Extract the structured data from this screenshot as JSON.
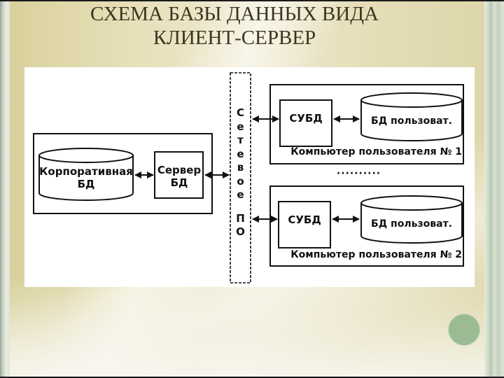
{
  "slide": {
    "title_lines": [
      "СХЕМА БАЗЫ ДАННЫХ ВИДА",
      "КЛИЕНТ-СЕРВЕР"
    ],
    "accent_circle_color": "#9bbb95",
    "background_color": "#e9e2c2"
  },
  "diagram": {
    "server_side": {
      "corporate_db": {
        "line1": "Корпоративная",
        "line2": "БД"
      },
      "db_server": {
        "line1": "Сервер",
        "line2": "БД"
      }
    },
    "network_software": {
      "letters": [
        "С",
        "е",
        "т",
        "е",
        "в",
        "о",
        "е",
        "П",
        "О"
      ],
      "label": "Сетевое ПО"
    },
    "clients": [
      {
        "dbms": "СУБД",
        "user_db": "БД пользоват.",
        "caption": "Компьютер пользователя № 1"
      },
      {
        "dbms": "СУБД",
        "user_db": "БД пользоват.",
        "caption": "Компьютер пользователя № 2"
      }
    ],
    "ellipsis": "··········"
  }
}
